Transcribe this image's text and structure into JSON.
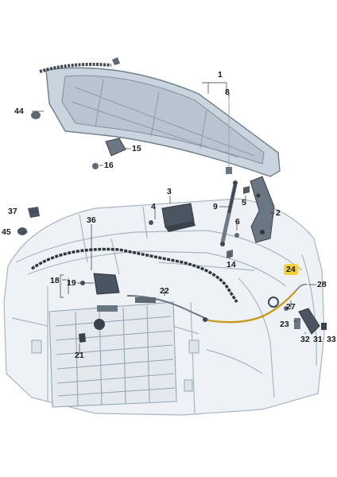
{
  "diagram": {
    "callout_label": "24",
    "labels": {
      "l1": "1",
      "l8": "8",
      "l44": "44",
      "l15": "15",
      "l16": "16",
      "l3": "3",
      "l4": "4",
      "l9": "9",
      "l5": "5",
      "l2": "2",
      "l37": "37",
      "l36": "36",
      "l45": "45",
      "l6": "6",
      "l14": "14",
      "l18": "18",
      "l19": "19",
      "l22": "22",
      "l28": "28",
      "l27": "27",
      "l23": "23",
      "l32": "32",
      "l31": "31",
      "l33": "33",
      "l21": "21"
    },
    "colors": {
      "outline": "#9aaab8",
      "body_fill": "#e9eef3",
      "hood_fill": "#c9d4de",
      "dark_part": "#4a5561",
      "cable": "#c79a1c",
      "callout": "#f5d23a"
    }
  }
}
